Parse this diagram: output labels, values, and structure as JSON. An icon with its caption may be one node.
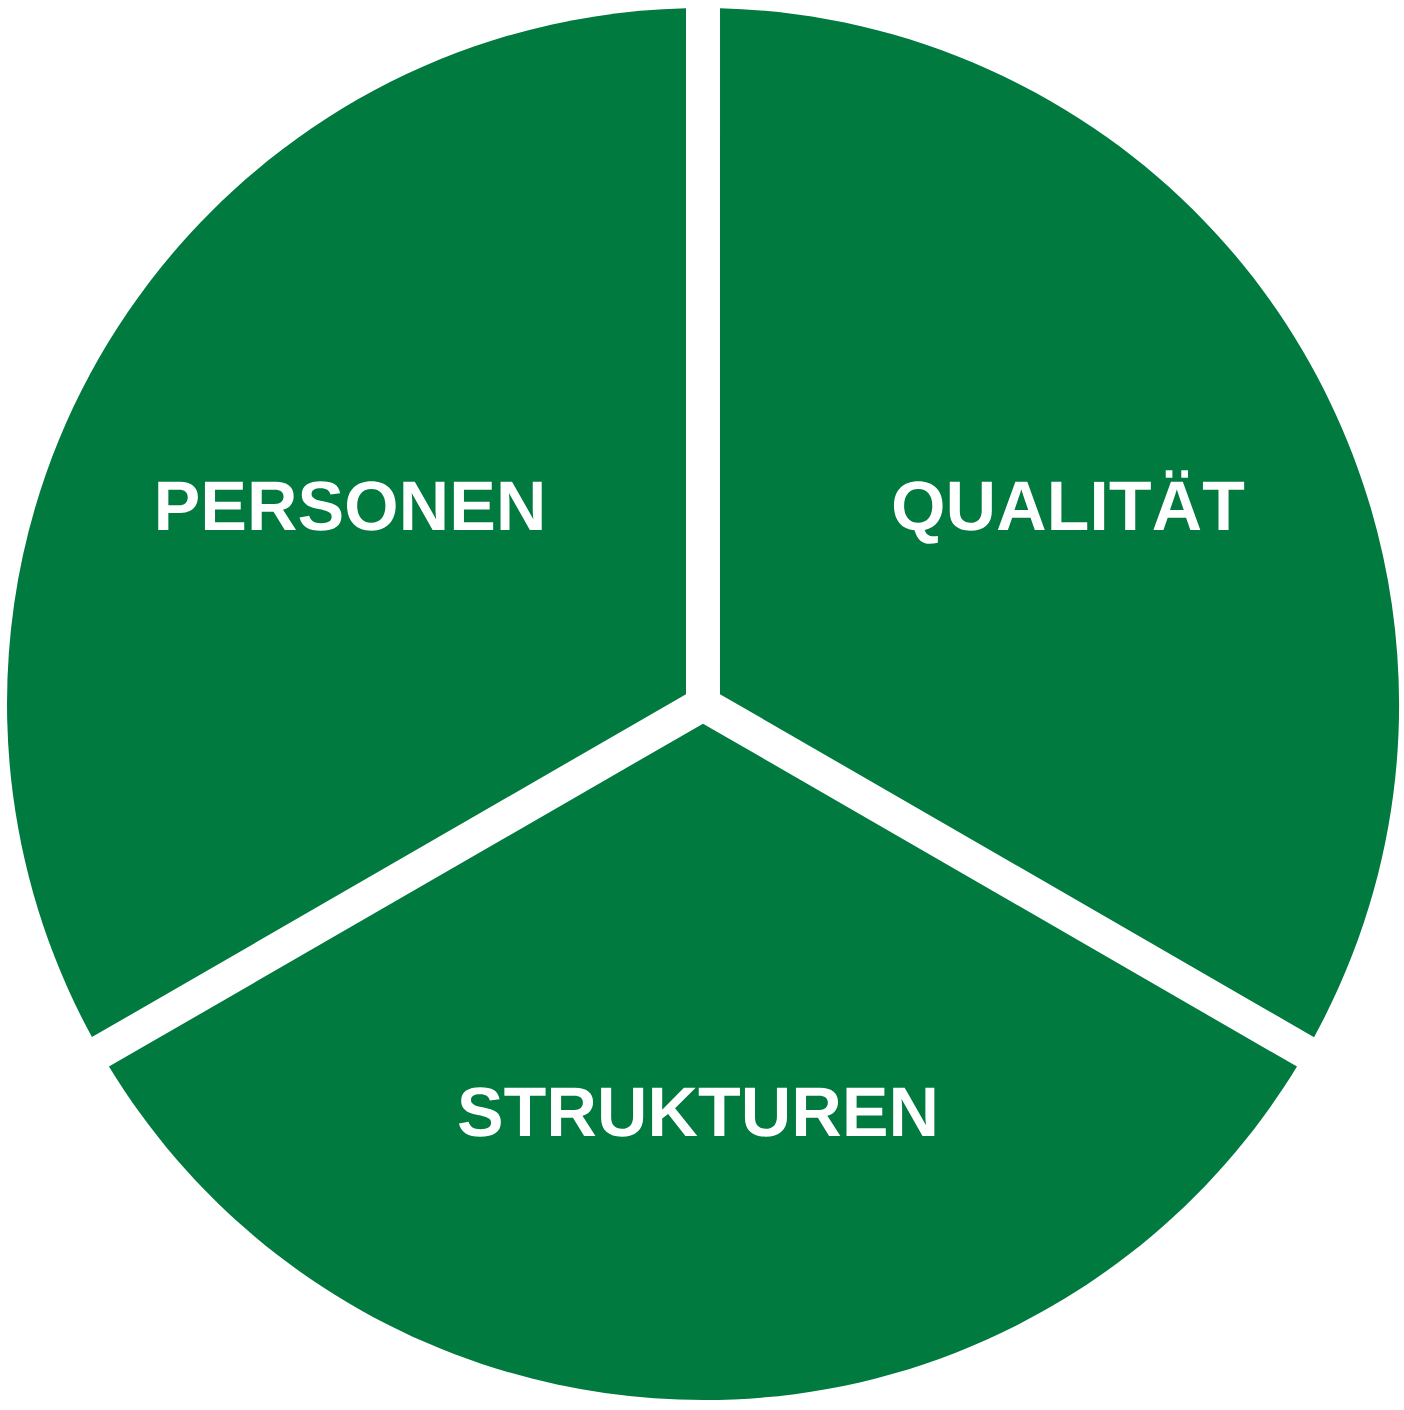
{
  "diagram": {
    "nodes": [
      {
        "text": [
          "PERSONEN"
        ]
      },
      {
        "text": [
          "QUALITÄT"
        ]
      },
      {
        "text": [
          "STRUKTUREN"
        ]
      }
    ]
  }
}
